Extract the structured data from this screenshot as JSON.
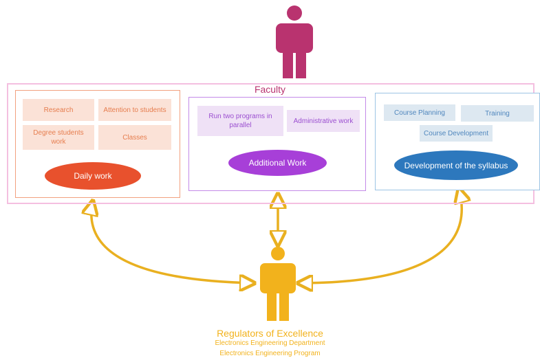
{
  "faculty": {
    "title": "Faculty"
  },
  "daily": {
    "chips": [
      "Research",
      "Attention to students",
      "Degree students work",
      "Classes"
    ],
    "label": "Daily work"
  },
  "additional": {
    "chips": [
      "Run two programs in parallel",
      "Administrative work"
    ],
    "label": "Additional Work"
  },
  "syllabus": {
    "chips": [
      "Course Planning",
      "Training",
      "Course Development"
    ],
    "label": "Development of the syllabus"
  },
  "regulators": {
    "title": "Regulators of Excellence",
    "line1": "Electronics Engineering Department",
    "line2": "Electronics Engineering Program"
  },
  "icons": {
    "faculty_person": "person-icon",
    "regulator_person": "person-icon"
  },
  "colors": {
    "faculty": "#b9336f",
    "regulators": "#f2b21c",
    "daily": "#e8512d",
    "additional": "#a73fd8",
    "syllabus": "#2d78bd"
  }
}
